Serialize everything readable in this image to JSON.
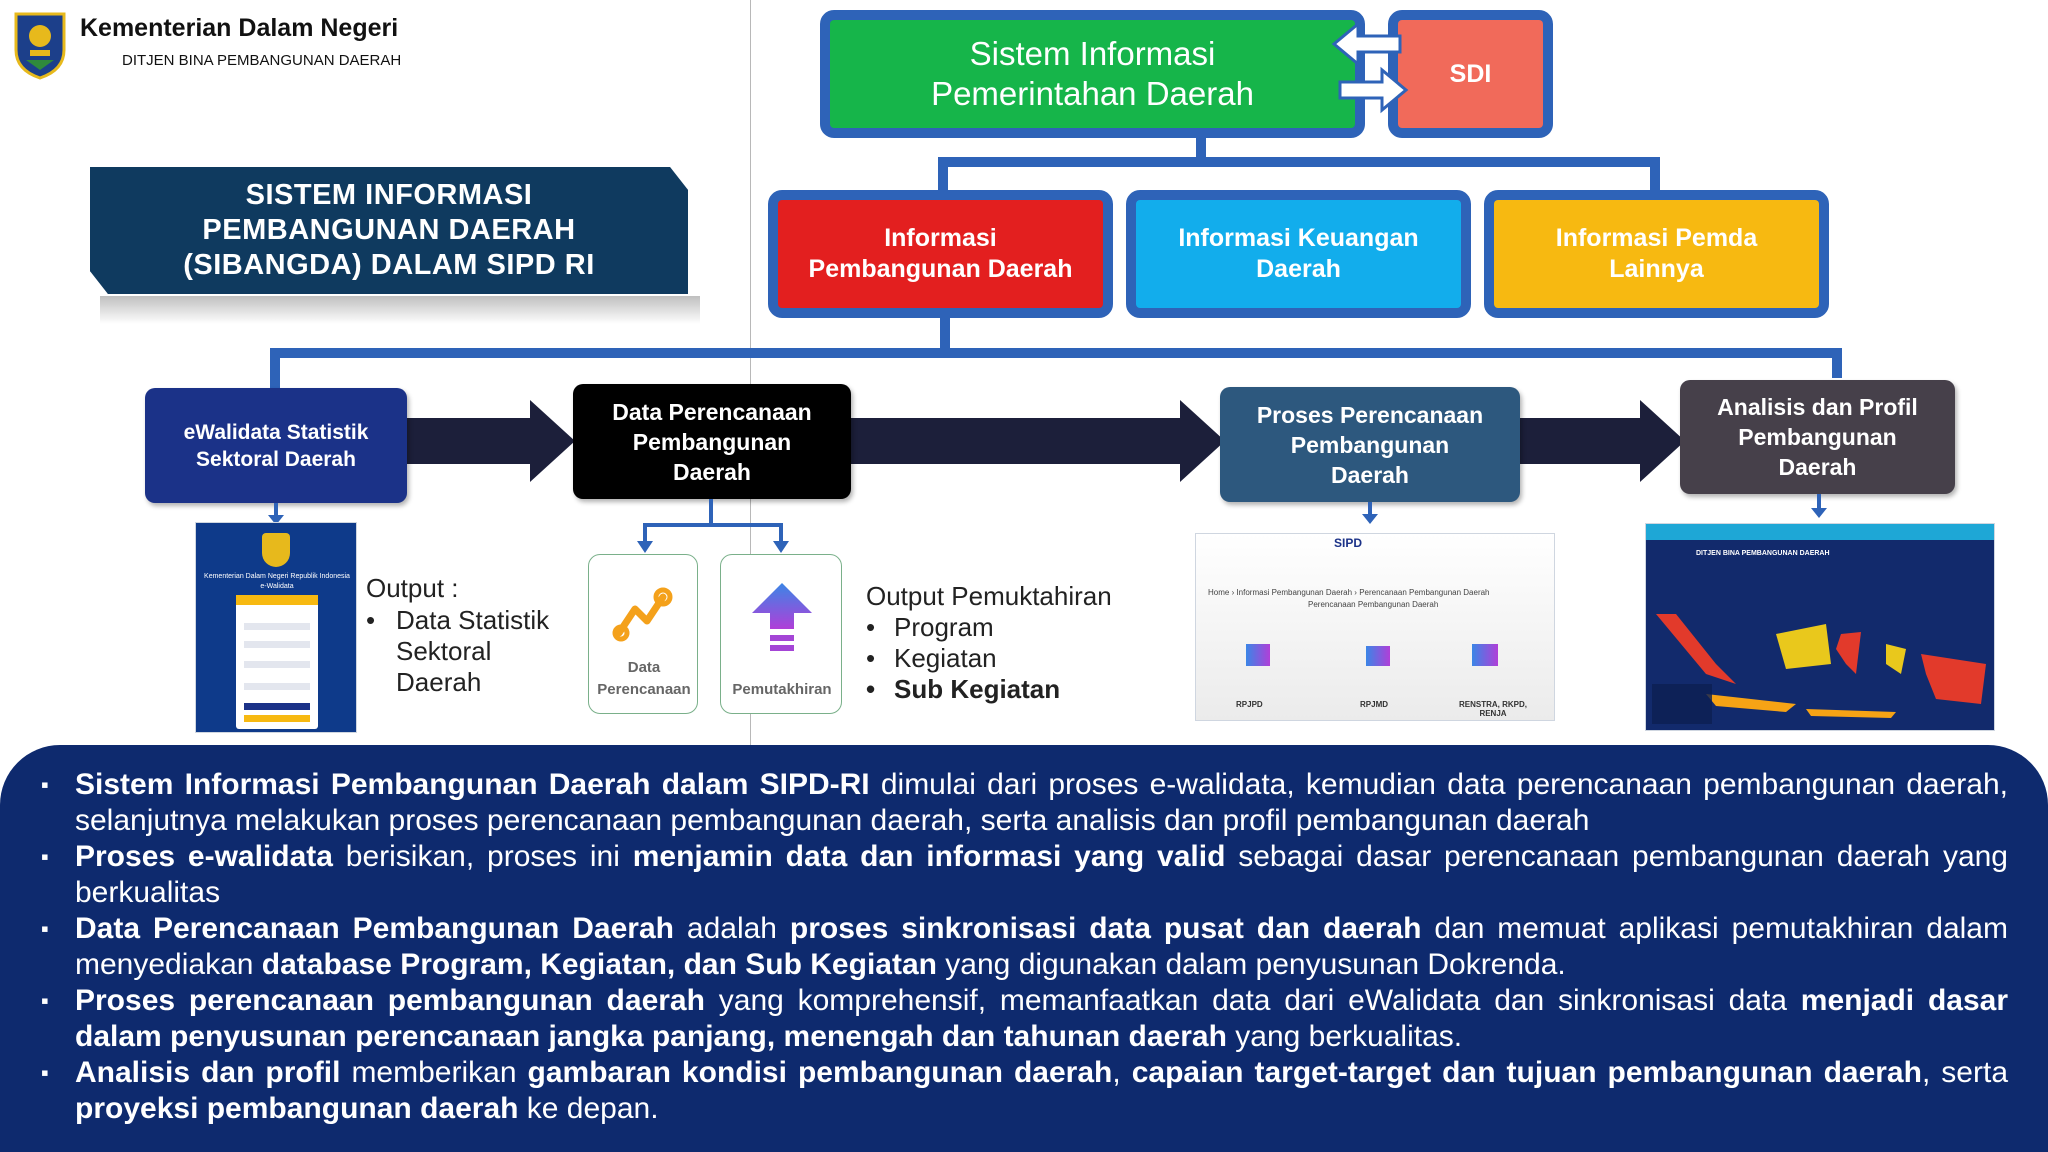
{
  "header": {
    "org": "Kementerian Dalam Negeri",
    "sub": "DITJEN BINA PEMBANGUNAN DAERAH"
  },
  "title": {
    "line1": "SISTEM INFORMASI",
    "line2": "PEMBANGUNAN DAERAH",
    "line3": "(SIBANGDA) DALAM SIPD RI"
  },
  "top": {
    "sipd_line1": "Sistem Informasi",
    "sipd_line2": "Pemerintahan Daerah",
    "sdi": "SDI",
    "info_pembangunan_1": "Informasi",
    "info_pembangunan_2": "Pembangunan Daerah",
    "info_keuangan_1": "Informasi Keuangan",
    "info_keuangan_2": "Daerah",
    "info_pemda_1": "Informasi Pemda",
    "info_pemda_2": "Lainnya",
    "colors": {
      "green": "#16b54a",
      "salmon": "#f16a5a",
      "red": "#e31f1f",
      "cyan": "#12adec",
      "yellow": "#f7b911",
      "blue": "#2e63b8"
    }
  },
  "process": {
    "ewalidata_1": "eWalidata Statistik",
    "ewalidata_2": "Sektoral Daerah",
    "data_1": "Data Perencanaan",
    "data_2": "Pembangunan",
    "data_3": "Daerah",
    "proses_1": "Proses Perencanaan",
    "proses_2": "Pembangunan",
    "proses_3": "Daerah",
    "analisis_1": "Analisis dan Profil",
    "analisis_2": "Pembangunan",
    "analisis_3": "Daerah"
  },
  "outputs": {
    "ewalidata_title": "Output :",
    "ewalidata_items": [
      "Data Statistik",
      "Sektoral",
      "Daerah"
    ],
    "icon_data_label_1": "Data",
    "icon_data_label_2": "Perencanaan",
    "icon_update_label": "Pemutakhiran",
    "pemutakhiran_title": "Output Pemuktahiran",
    "pemutakhiran_items": [
      "Program",
      "Kegiatan",
      "Sub Kegiatan"
    ],
    "login_title": "Kementerian Dalam Negeri Republik Indonesia",
    "login_app": "e-Walidata",
    "sipd_logo": "SIPD",
    "sipd_breadcrumb_home": "Home",
    "sipd_breadcrumb_1": "Informasi Pembangunan Daerah",
    "sipd_breadcrumb_2": "Perencanaan Pembangunan Daerah",
    "sipd_breadcrumb_3": "Perencanaan Pembangunan Daerah",
    "sipd_items": [
      "RPJPD",
      "RPJMD",
      "RENSTRA, RKPD, RENJA"
    ],
    "map_header": "DITJEN BINA PEMBANGUNAN DAERAH"
  },
  "bullets": [
    {
      "b1": "Sistem Informasi Pembangunan Daerah dalam SIPD-RI",
      "t1": " dimulai dari proses e-walidata, kemudian data perencanaan pembangunan daerah, selanjutnya melakukan proses perencanaan pembangunan daerah, serta analisis dan profil pembangunan daerah"
    },
    {
      "b1": "Proses e-walidata",
      "t1": " berisikan, proses ini ",
      "b2": "menjamin data dan informasi yang valid",
      "t2": " sebagai dasar perencanaan pembangunan daerah yang berkualitas"
    },
    {
      "b1": "Data Perencanaan Pembangunan Daerah",
      "t1": " adalah ",
      "b2": "proses sinkronisasi data pusat dan daerah",
      "t2": " dan memuat aplikasi pemutakhiran dalam menyediakan ",
      "b3": "database Program, Kegiatan, dan Sub Kegiatan",
      "t3": " yang digunakan dalam penyusunan Dokrenda."
    },
    {
      "b1": "Proses perencanaan pembangunan daerah",
      "t1": " yang komprehensif, memanfaatkan data dari eWalidata dan  sinkronisasi data ",
      "b2": "menjadi dasar dalam penyusunan perencanaan jangka panjang, menengah dan tahunan daerah",
      "t2": " yang berkualitas."
    },
    {
      "b1": "Analisis dan profil",
      "t1": " memberikan ",
      "b2": "gambaran kondisi pembangunan daerah",
      "t2": ", ",
      "b3": "capaian target-target dan tujuan pembangunan daerah",
      "t3": ", serta ",
      "b4": "proyeksi pembangunan daerah",
      "t4": " ke depan."
    }
  ]
}
